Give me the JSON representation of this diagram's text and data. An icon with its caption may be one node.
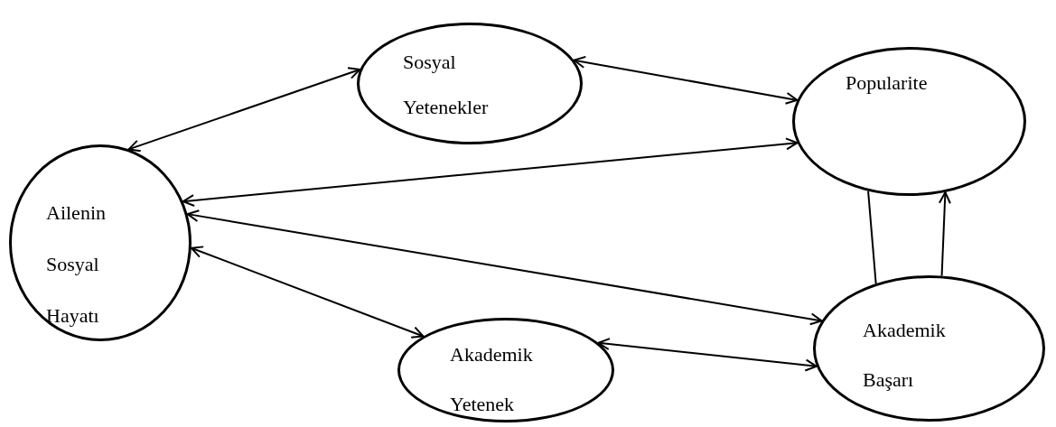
{
  "diagram": {
    "nodes": [
      {
        "text": [
          "Sosyal Yetenekler"
        ]
      },
      {
        "text": [
          "Popularite"
        ]
      },
      {
        "text": [
          "Ailenin Sosyal Hayatı"
        ]
      },
      {
        "text": [
          "Akademik Yetenek"
        ]
      },
      {
        "text": [
          "Akademik Başarı"
        ]
      }
    ],
    "edges": [
      {
        "from": 2,
        "to": 0,
        "arrow": "both"
      },
      {
        "from": 0,
        "to": 1,
        "arrow": "both"
      },
      {
        "from": 2,
        "to": 1,
        "arrow": "both"
      },
      {
        "from": 2,
        "to": 4,
        "arrow": "both"
      },
      {
        "from": 2,
        "to": 3,
        "arrow": "both"
      },
      {
        "from": 3,
        "to": 4,
        "arrow": "both"
      },
      {
        "from": 4,
        "to": 1,
        "arrow": "none"
      },
      {
        "from": 4,
        "to": 1,
        "arrow": "to"
      }
    ]
  }
}
